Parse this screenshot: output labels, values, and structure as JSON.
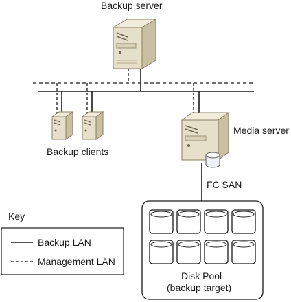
{
  "labels": {
    "backup_server": "Backup server",
    "backup_clients": "Backup clients",
    "media_server": "Media server",
    "fc_san": "FC SAN",
    "disk_pool_line1": "Disk Pool",
    "disk_pool_line2": "(backup target)"
  },
  "key": {
    "title": "Key",
    "items": [
      {
        "label": "Backup LAN",
        "style": "solid"
      },
      {
        "label": "Management LAN",
        "style": "dashed"
      }
    ]
  },
  "colors": {
    "line": "#1a1a1a",
    "server_body": "#e6dfc9",
    "server_side": "#c9bfa2",
    "disk_fill": "#ffffff"
  }
}
